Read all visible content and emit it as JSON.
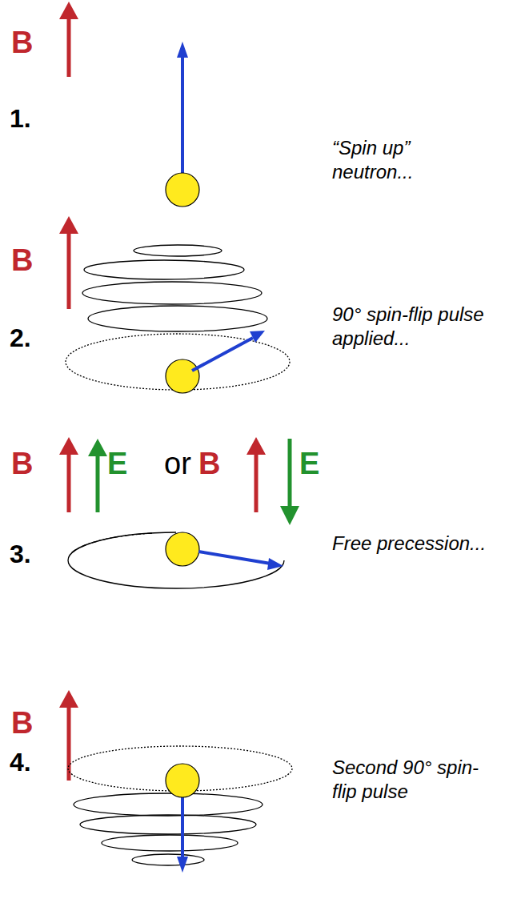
{
  "diagram": {
    "labels": [
      "B",
      "1.",
      "“Spin up” neutron...",
      "B",
      "2.",
      "90° spin-flip pulse applied...",
      "B",
      "E",
      "or",
      "B",
      "E",
      "3.",
      "Free precession...",
      "B",
      "4.",
      "Second 90° spin-flip pulse"
    ]
  }
}
